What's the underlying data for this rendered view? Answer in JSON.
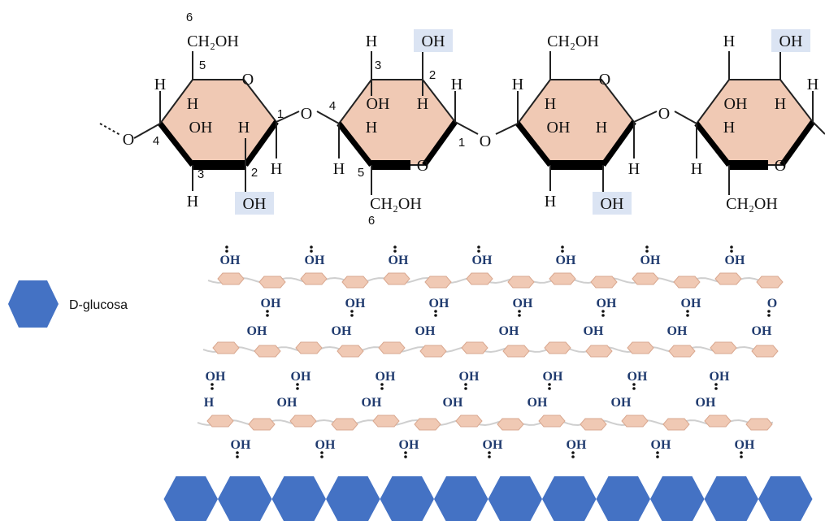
{
  "legend": {
    "label": "D-glucosa",
    "hex_color": "#4472c4"
  },
  "colors": {
    "ring_fill": "#f0c9b4",
    "oh_highlight": "#dbe4f3",
    "oh_text": "#1f3a6e",
    "hex_fill": "#4472c4"
  },
  "atoms": {
    "ch2oh": "CH₂OH",
    "oh": "OH",
    "h": "H",
    "o": "O"
  },
  "numbers": {
    "n1": "1",
    "n2": "2",
    "n3": "3",
    "n4": "4",
    "n5": "5",
    "n6": "6"
  },
  "sheet": {
    "oh": "OH",
    "h": "H",
    "o": "O"
  },
  "bottom_chain_count": 12
}
